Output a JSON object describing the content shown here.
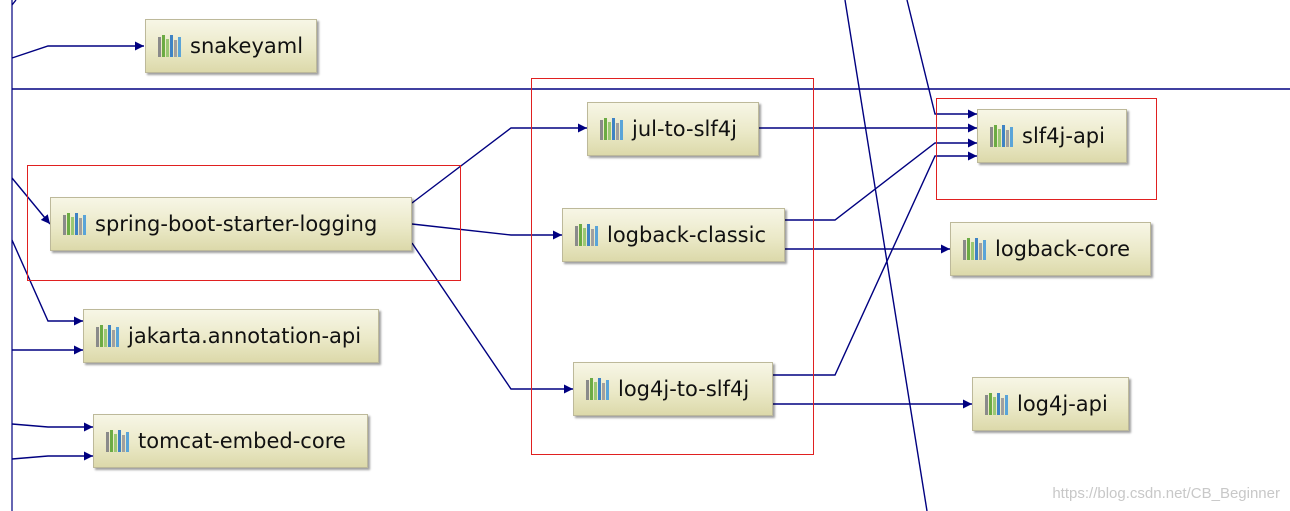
{
  "nodes": {
    "snakeyaml": "snakeyaml",
    "jul_to_slf4j": "jul-to-slf4j",
    "slf4j_api": "slf4j-api",
    "spring_boot_starter_logging": "spring-boot-starter-logging",
    "logback_classic": "logback-classic",
    "logback_core": "logback-core",
    "jakarta_annotation_api": "jakarta.annotation-api",
    "log4j_to_slf4j": "log4j-to-slf4j",
    "log4j_api": "log4j-api",
    "tomcat_embed_core": "tomcat-embed-core"
  },
  "icon": "library-jar-icon",
  "colors": {
    "edge": "#000080",
    "highlight": "#e02020",
    "node_fill_top": "#f7f6e6",
    "node_fill_bottom": "#dcd9aa",
    "node_border": "#bdb99a"
  },
  "watermark": "https://blog.csdn.net/CB_Beginner"
}
